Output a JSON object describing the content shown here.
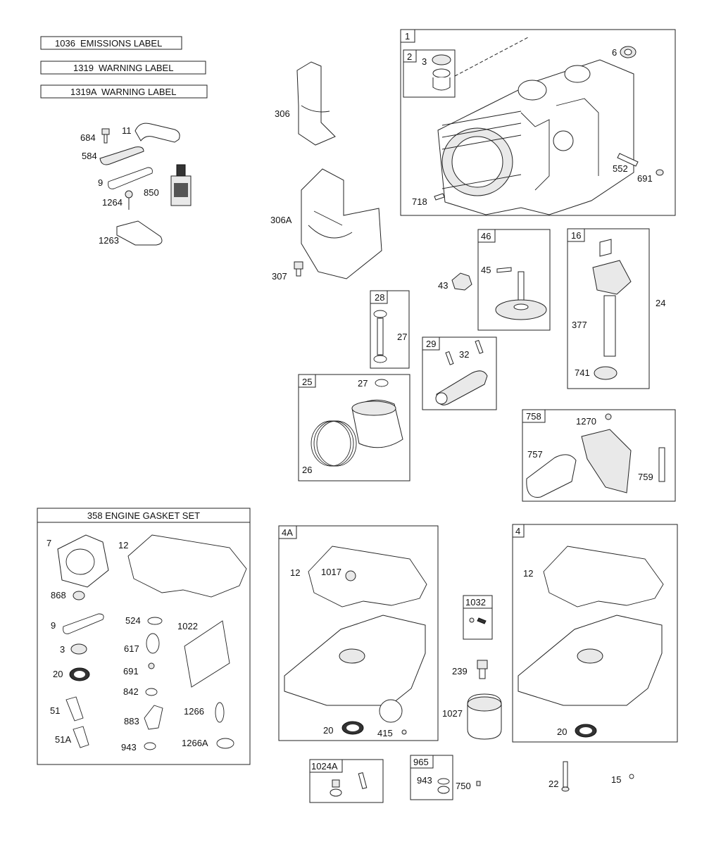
{
  "labels": {
    "emissions": {
      "num": "1036",
      "text": "EMISSIONS LABEL"
    },
    "warning": {
      "num": "1319",
      "text": "WARNING LABEL"
    },
    "warning_a": {
      "num": "1319A",
      "text": "WARNING LABEL"
    }
  },
  "gasket_set": {
    "title": "358 ENGINE GASKET SET",
    "items": [
      "7",
      "12",
      "868",
      "9",
      "524",
      "1022",
      "3",
      "617",
      "20",
      "691",
      "842",
      "51",
      "883",
      "1266",
      "51A",
      "943",
      "1266A"
    ]
  },
  "loose_parts": [
    "684",
    "11",
    "584",
    "9",
    "850",
    "1264",
    "1263",
    "306",
    "306A",
    "307",
    "43",
    "24",
    "239",
    "1027",
    "750",
    "22",
    "15"
  ],
  "kits": {
    "k1": {
      "id": "1",
      "parts": [
        "6",
        "552",
        "691",
        "718"
      ]
    },
    "k2": {
      "id": "2",
      "parts": [
        "3"
      ]
    },
    "k46": {
      "id": "46",
      "parts": [
        "45"
      ]
    },
    "k16": {
      "id": "16",
      "parts": [
        "377",
        "741"
      ]
    },
    "k28": {
      "id": "28",
      "parts": [
        "27"
      ]
    },
    "k29": {
      "id": "29",
      "parts": [
        "32"
      ]
    },
    "k25": {
      "id": "25",
      "parts": [
        "27",
        "26"
      ]
    },
    "k758": {
      "id": "758",
      "parts": [
        "1270",
        "757",
        "759"
      ]
    },
    "k4a": {
      "id": "4A",
      "parts": [
        "12",
        "1017",
        "20",
        "415"
      ]
    },
    "k1032": {
      "id": "1032",
      "parts": []
    },
    "k4": {
      "id": "4",
      "parts": [
        "12",
        "20"
      ]
    },
    "k1024a": {
      "id": "1024A",
      "parts": []
    },
    "k965": {
      "id": "965",
      "parts": [
        "943"
      ]
    }
  }
}
